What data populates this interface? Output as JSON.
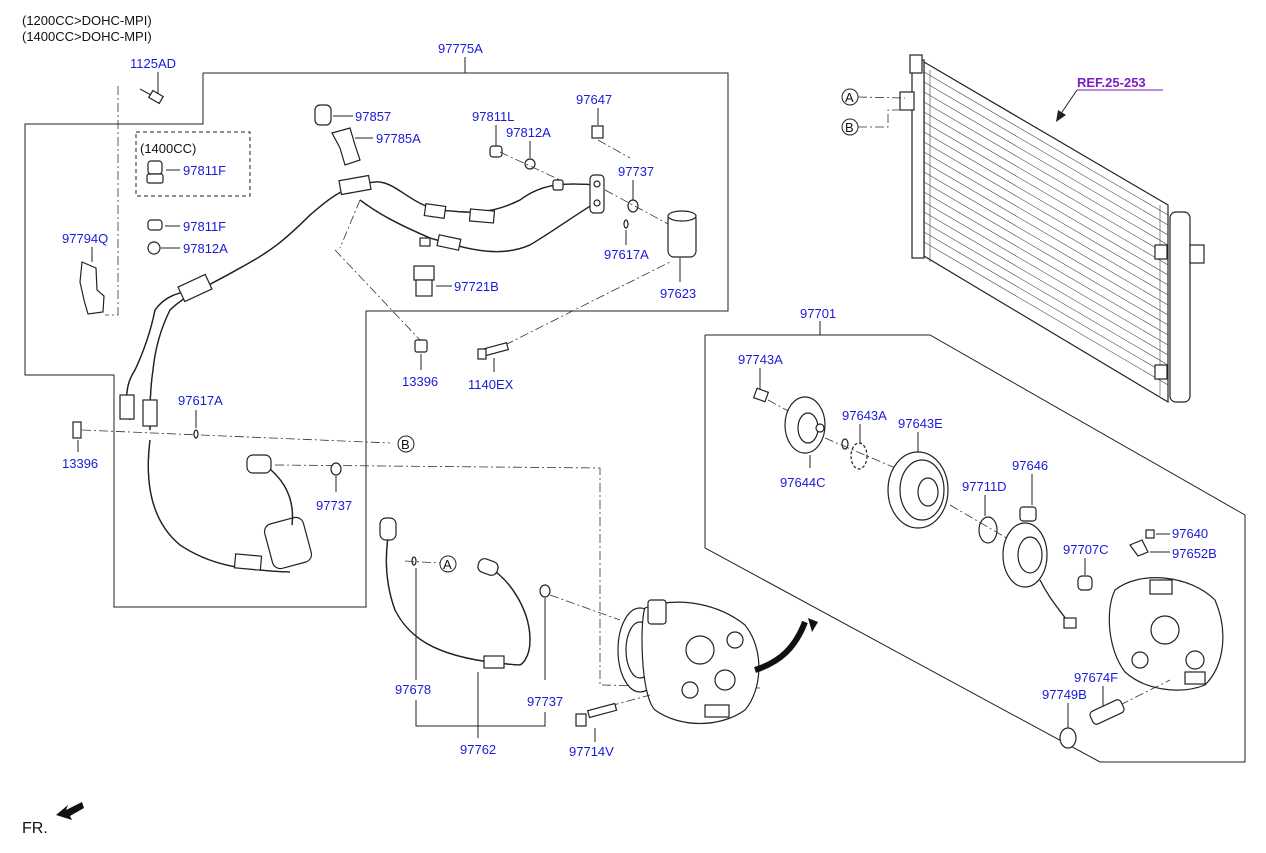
{
  "header": {
    "line1": "(1200CC>DOHC-MPI)",
    "line2": "(1400CC>DOHC-MPI)"
  },
  "labels": {
    "p97775A": "97775A",
    "p1125AD": "1125AD",
    "p1400cc": "(1400CC)",
    "p97811F_a": "97811F",
    "p97811F_b": "97811F",
    "p97812A_a": "97812A",
    "p97794Q": "97794Q",
    "p97857": "97857",
    "p97785A": "97785A",
    "p97811L": "97811L",
    "p97812A_b": "97812A",
    "p97647": "97647",
    "p97737_a": "97737",
    "p97617A_a": "97617A",
    "p97623": "97623",
    "p97721B": "97721B",
    "p13396_a": "13396",
    "p1140EX": "1140EX",
    "p97617A_b": "97617A",
    "p13396_b": "13396",
    "p97737_b": "97737",
    "p97678": "97678",
    "p97737_c": "97737",
    "p97762": "97762",
    "p97714V": "97714V",
    "p97701": "97701",
    "p97743A": "97743A",
    "p97643A": "97643A",
    "p97643E": "97643E",
    "p97644C": "97644C",
    "p97711D": "97711D",
    "p97646": "97646",
    "p97640": "97640",
    "p97707C": "97707C",
    "p97652B": "97652B",
    "p97674F": "97674F",
    "p97749B": "97749B",
    "ref": "REF.25-253"
  },
  "callouts": {
    "A": "A",
    "B": "B"
  },
  "footer": {
    "front": "FR."
  },
  "colors": {
    "label": "#1a1ad8",
    "ref": "#7b1fc4",
    "line": "#222222"
  }
}
